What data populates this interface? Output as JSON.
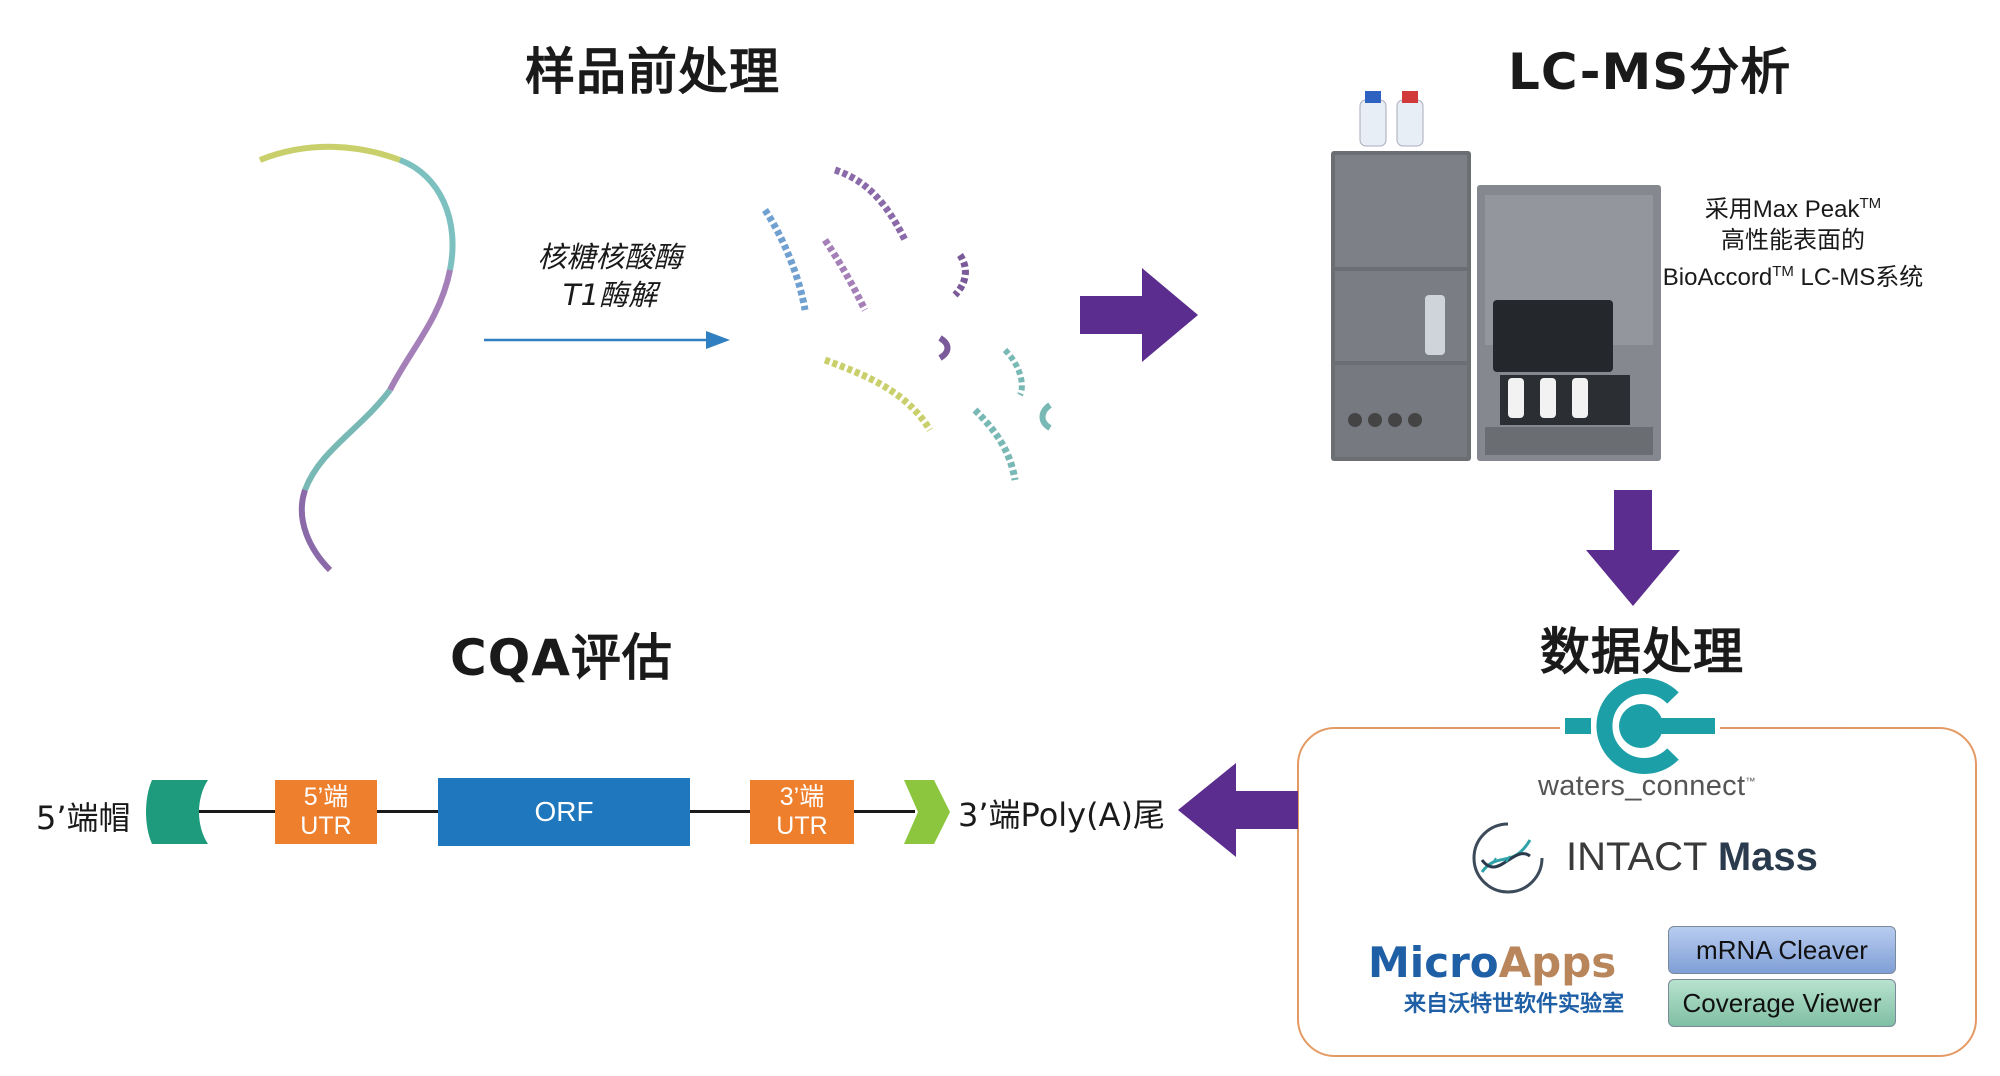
{
  "headings": {
    "sample_prep": "样品前处理",
    "lcms": "LC-MS分析",
    "data_processing": "数据处理",
    "cqa": "CQA评估"
  },
  "enzyme": {
    "line1": "核糖核酸酶",
    "line2": "T1酶解"
  },
  "instrument": {
    "line1": "采用Max Peak",
    "line1_sup": "TM",
    "line2": "高性能表面的",
    "line3_a": "BioAccord",
    "line3_sup": "TM",
    "line3_b": " LC-MS系统"
  },
  "software": {
    "waters_connect": "waters_connect",
    "waters_connect_tm": "™",
    "intact_light": "INTACT ",
    "intact_bold": "Mass",
    "microapps_a": "Micro",
    "microapps_b": "Apps",
    "microapps_sub": "来自沃特世软件实验室",
    "btn1": "mRNA Cleaver",
    "btn2": "Coverage Viewer"
  },
  "construct": {
    "cap_label": "5’端帽",
    "utr5_line1": "5’端",
    "utr5_line2": "UTR",
    "orf": "ORF",
    "utr3_line1": "3’端",
    "utr3_line2": "UTR",
    "polyA_label": "3’端Poly(A)尾"
  },
  "colors": {
    "arrow_purple": "#5b2d8e",
    "enzyme_arrow": "#2f7fc1",
    "cap_green": "#1e9b7c",
    "utr_orange": "#ee7f2d",
    "orf_blue": "#1f77bd",
    "polyA_green": "#8cc63f",
    "panel_border": "#e59a63",
    "wc_teal": "#1c9fa6"
  }
}
